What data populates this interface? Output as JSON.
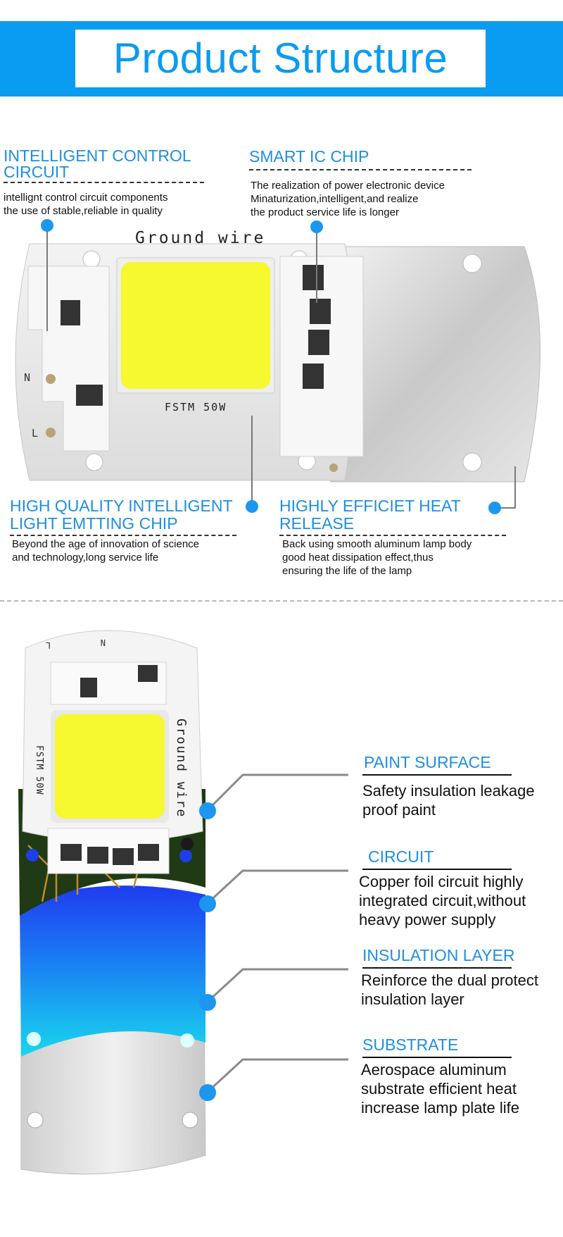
{
  "header": {
    "title": "Product Structure"
  },
  "callouts": [
    {
      "title": "INTELLIGENT CONTROL\nCIRCUIT",
      "desc": "intellignt control circuit components\nthe use of stable,reliable in quality"
    },
    {
      "title": "SMART IC CHIP",
      "desc": "The realization of power electronic device\nMinaturization,intelligent,and realize\nthe product service life is longer"
    },
    {
      "title": "HIGH QUALITY INTELLIGENT\nLIGHT EMTTING CHIP",
      "desc": "Beyond the age of innovation of science\nand technology,long  service life"
    },
    {
      "title": "HIGHLY EFFICIET HEAT\nRELEASE",
      "desc": "Back using smooth aluminum lamp body\ngood heat dissipation effect,thus\nensuring the life of the lamp"
    }
  ],
  "board": {
    "label_top": "Ground wire",
    "label_bottom": "FSTM 50W",
    "pin_n": "N",
    "pin_l": "L"
  },
  "layers": [
    {
      "title": "PAINT SURFACE",
      "desc": "Safety insulation leakage\nproof paint"
    },
    {
      "title": "CIRCUIT",
      "desc": "Copper foil circuit highly\nintegrated circuit,without\nheavy power supply"
    },
    {
      "title": "INSULATION LAYER",
      "desc": "Reinforce the dual protect\ninsulation layer"
    },
    {
      "title": "SUBSTRATE",
      "desc": "Aerospace aluminum\nsubstrate efficient heat\nincrease lamp plate life"
    }
  ],
  "colors": {
    "accent": "#0a9cf0",
    "callout_text": "#1d8fe0",
    "led_yellow": "#f6f830",
    "pcb_green": "#1f3a14"
  }
}
